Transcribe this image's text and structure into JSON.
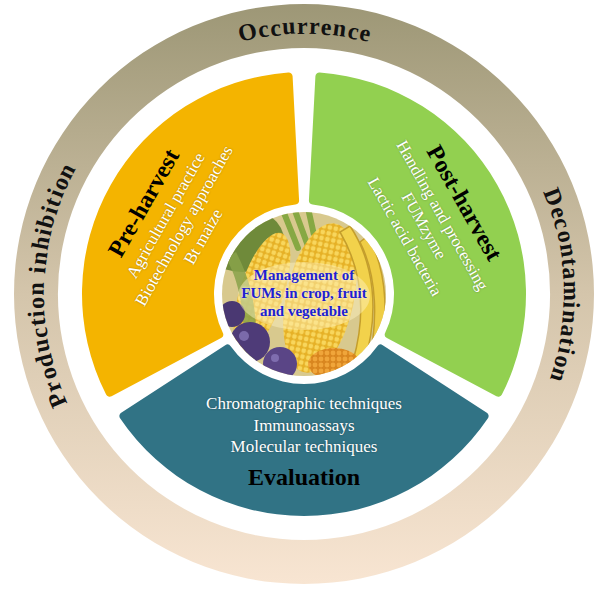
{
  "diagram": {
    "nodes": [
      {
        "text": [
          "Occurrence",
          "Decontamination",
          "Production inhibition"
        ]
      },
      {
        "text": [
          "Pre-harvest",
          "Agricultural practice",
          "Biotechnology approaches",
          "Bt maize"
        ],
        "in": 0
      },
      {
        "text": [
          "Post-harvest",
          "Handling and processing",
          "FUMzyme",
          "Lactic acid bacteria"
        ],
        "in": 0
      },
      {
        "text": [
          "Management of FUMs in crop, fruit and vegetable"
        ],
        "in": 0
      },
      {
        "text": [
          "Chromatographic techniques",
          "Immunoassays",
          "Molecular techniques",
          "Evaluation"
        ],
        "in": 0
      }
    ]
  }
}
